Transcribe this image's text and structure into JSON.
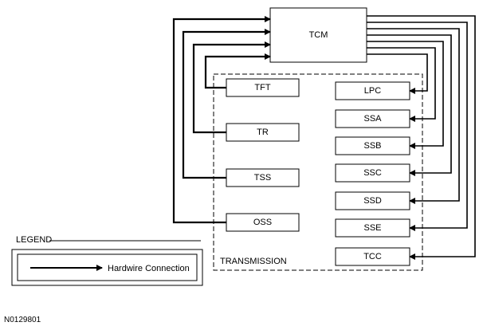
{
  "controller": {
    "label": "TCM"
  },
  "sensors": [
    {
      "id": "tft",
      "label": "TFT"
    },
    {
      "id": "tr",
      "label": "TR"
    },
    {
      "id": "tss",
      "label": "TSS"
    },
    {
      "id": "oss",
      "label": "OSS"
    }
  ],
  "actuators": [
    {
      "id": "lpc",
      "label": "LPC"
    },
    {
      "id": "ssa",
      "label": "SSA"
    },
    {
      "id": "ssb",
      "label": "SSB"
    },
    {
      "id": "ssc",
      "label": "SSC"
    },
    {
      "id": "ssd",
      "label": "SSD"
    },
    {
      "id": "sse",
      "label": "SSE"
    },
    {
      "id": "tcc",
      "label": "TCC"
    }
  ],
  "enclosure": {
    "label": "TRANSMISSION"
  },
  "legend": {
    "title": "LEGEND",
    "entry": "Hardwire Connection"
  },
  "figure_id": "N0129801",
  "colors": {
    "line": "#000000",
    "background": "#ffffff"
  }
}
